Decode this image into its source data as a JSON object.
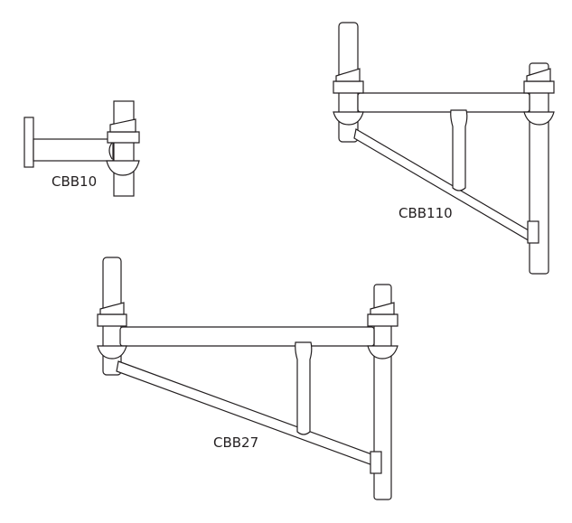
{
  "labels": {
    "cbb10": "CBB10",
    "cbb110": "CBB110",
    "cbb27": "CBB27"
  },
  "colors": {
    "line": "#231f20",
    "background": "#ffffff"
  }
}
